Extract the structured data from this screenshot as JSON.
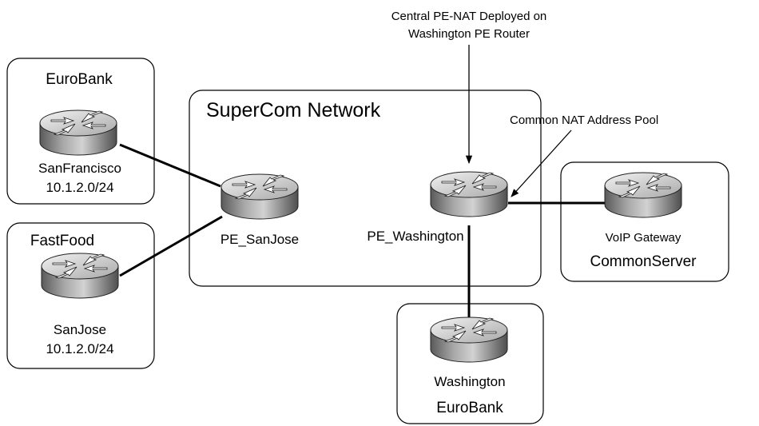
{
  "annotations": {
    "central_nat": [
      "Central PE-NAT Deployed on",
      "Washington PE Router"
    ],
    "common_pool": "Common NAT Address Pool"
  },
  "network": {
    "title": "SuperCom Network"
  },
  "sites": {
    "eurobank_sf": {
      "customer": "EuroBank",
      "router": "SanFrancisco",
      "subnet": "10.1.2.0/24"
    },
    "fastfood": {
      "customer": "FastFood",
      "router": "SanJose",
      "subnet": "10.1.2.0/24"
    },
    "eurobank_wa": {
      "router": "Washington",
      "customer": "EuroBank"
    },
    "common_server": {
      "router": "VoIP Gateway",
      "name": "CommonServer"
    }
  },
  "pe_routers": {
    "sanjose": "PE_SanJose",
    "washington": "PE_Washington"
  },
  "links": [
    {
      "from": "SanFrancisco",
      "to": "PE_SanJose"
    },
    {
      "from": "SanJose",
      "to": "PE_SanJose"
    },
    {
      "from": "PE_Washington",
      "to": "VoIP Gateway"
    },
    {
      "from": "PE_Washington",
      "to": "Washington"
    }
  ]
}
